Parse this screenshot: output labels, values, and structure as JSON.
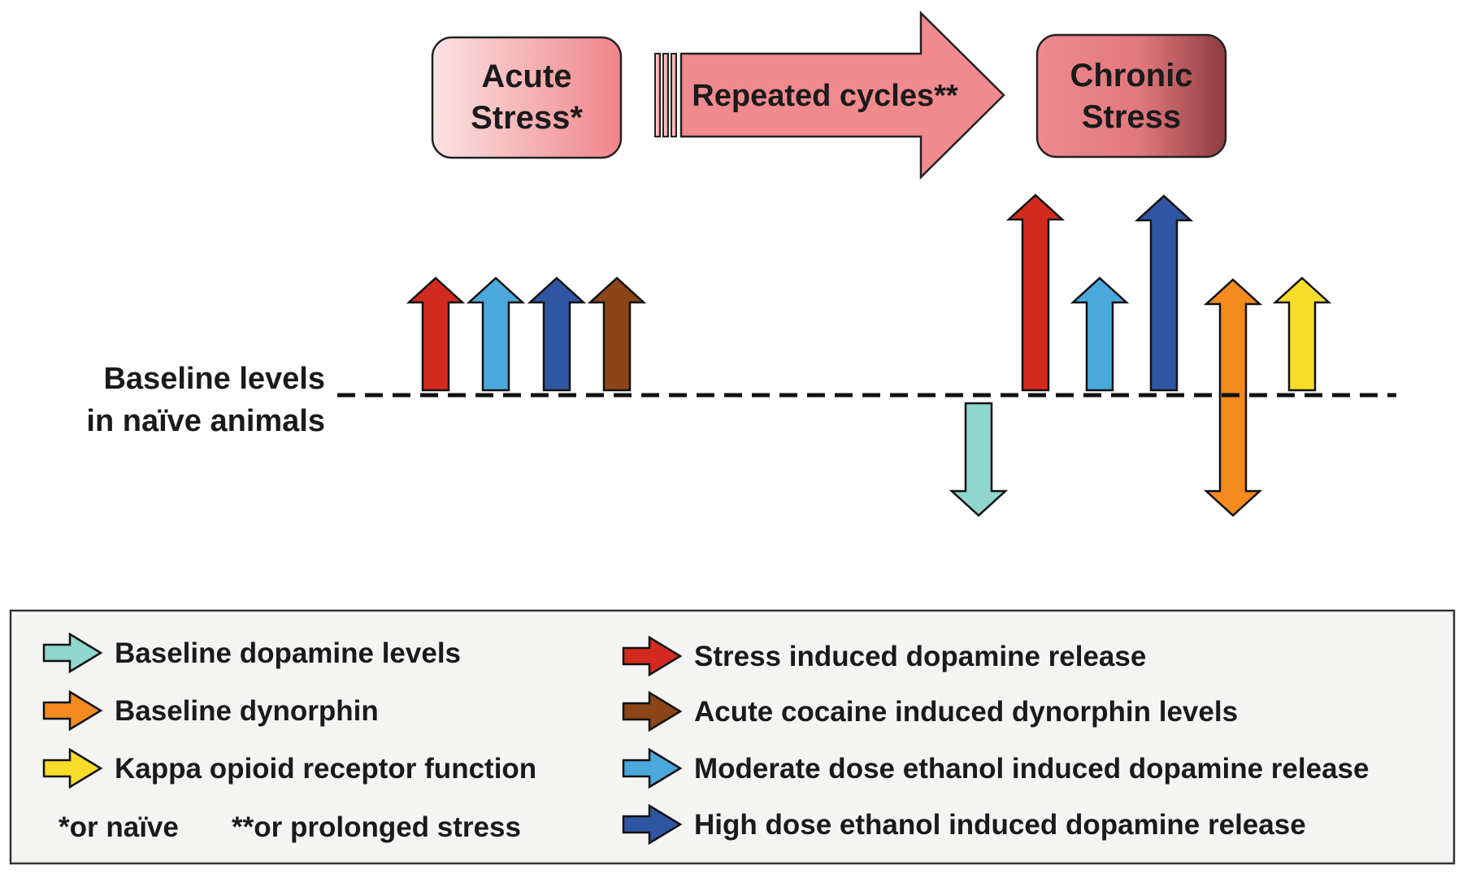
{
  "stages": {
    "acute": {
      "line1": "Acute",
      "line2": "Stress*"
    },
    "transition": "Repeated cycles**",
    "chronic": {
      "line1": "Chronic",
      "line2": "Stress"
    }
  },
  "baseline": {
    "line1": "Baseline levels",
    "line2": "in naïve animals"
  },
  "colors": {
    "baseline_dopamine": "#8fd6cc",
    "baseline_dynorphin": "#f28a1e",
    "kappa": "#f8dc2a",
    "stress_dopamine": "#d32a1f",
    "cocaine_dynorphin": "#8b4516",
    "moderate_ethanol": "#4aa8dc",
    "high_ethanol": "#2f56a2",
    "stage_fill": "#f08a8e",
    "chronic_dark": "#8e3c3f",
    "legend_bg": "#f4f4f2"
  },
  "legend": {
    "left": [
      {
        "key": "baseline_dopamine",
        "label": "Baseline dopamine levels"
      },
      {
        "key": "baseline_dynorphin",
        "label": "Baseline dynorphin"
      },
      {
        "key": "kappa",
        "label": "Kappa opioid receptor function"
      }
    ],
    "right": [
      {
        "key": "stress_dopamine",
        "label": "Stress induced dopamine release"
      },
      {
        "key": "cocaine_dynorphin",
        "label": "Acute cocaine induced dynorphin levels"
      },
      {
        "key": "moderate_ethanol",
        "label": "Moderate dose ethanol induced dopamine release"
      },
      {
        "key": "high_ethanol",
        "label": "High dose ethanol induced dopamine release"
      }
    ],
    "footnote1": "*or naïve",
    "footnote2": "**or prolonged stress"
  },
  "acute_arrows": [
    {
      "key": "stress_dopamine",
      "direction": "up",
      "relative_change": "increase"
    },
    {
      "key": "moderate_ethanol",
      "direction": "up",
      "relative_change": "increase"
    },
    {
      "key": "high_ethanol",
      "direction": "up",
      "relative_change": "increase"
    },
    {
      "key": "cocaine_dynorphin",
      "direction": "up",
      "relative_change": "increase"
    }
  ],
  "chronic_arrows": [
    {
      "key": "baseline_dopamine",
      "direction": "down",
      "relative_change": "decrease"
    },
    {
      "key": "stress_dopamine",
      "direction": "up",
      "relative_change": "large increase"
    },
    {
      "key": "moderate_ethanol",
      "direction": "up",
      "relative_change": "increase"
    },
    {
      "key": "high_ethanol",
      "direction": "up",
      "relative_change": "large increase"
    },
    {
      "key": "baseline_dynorphin",
      "direction": "up-and-down",
      "relative_change": "bidirectional"
    },
    {
      "key": "kappa",
      "direction": "up",
      "relative_change": "increase"
    }
  ]
}
